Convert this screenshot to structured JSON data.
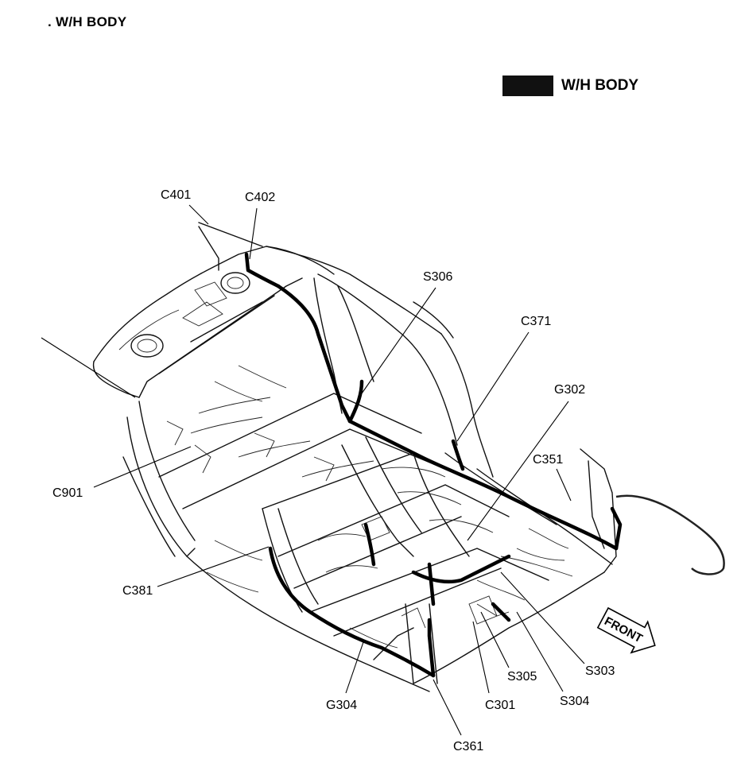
{
  "page_heading": ". W/H BODY",
  "legend": {
    "label": "W/H BODY",
    "swatch_color": "#111111"
  },
  "front_label": "FRONT",
  "callouts": {
    "c401": "C401",
    "c402": "C402",
    "s306": "S306",
    "c371": "C371",
    "g302": "G302",
    "c351": "C351",
    "c901": "C901",
    "c381": "C381",
    "s303": "S303",
    "s305": "S305",
    "s304": "S304",
    "g304": "G304",
    "c301": "C301",
    "c361": "C361"
  }
}
